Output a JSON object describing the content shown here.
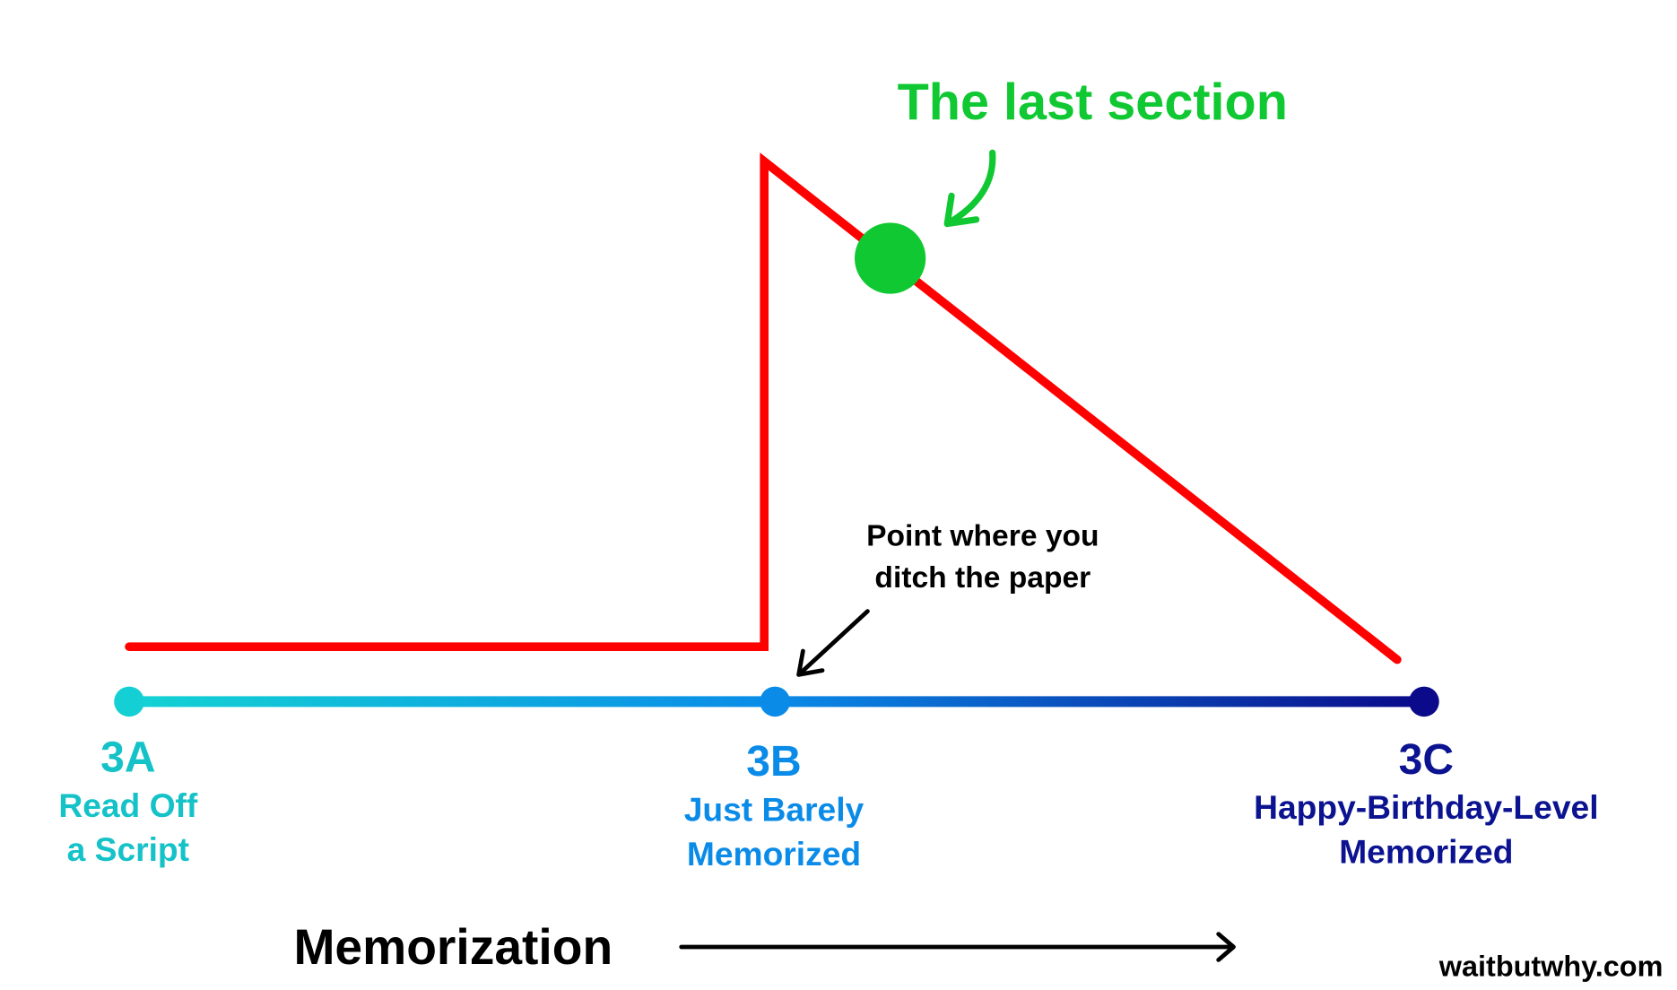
{
  "annotation_title": "The last section",
  "annotation_note": [
    "Point where you",
    "ditch the paper"
  ],
  "points": [
    {
      "code": "3A",
      "label": [
        "Read Off",
        "a Script"
      ],
      "color": "#14c2c8"
    },
    {
      "code": "3B",
      "label": [
        "Just Barely",
        "Memorized"
      ],
      "color": "#0a8be8"
    },
    {
      "code": "3C",
      "label": [
        "Happy-Birthday-Level",
        "Memorized"
      ],
      "color": "#0c1390"
    }
  ],
  "axis_label": "Memorization",
  "watermark": "waitbutwhy.com",
  "colors": {
    "curve": "#ff0000",
    "highlight": "#0fc832",
    "text": "#000000"
  }
}
